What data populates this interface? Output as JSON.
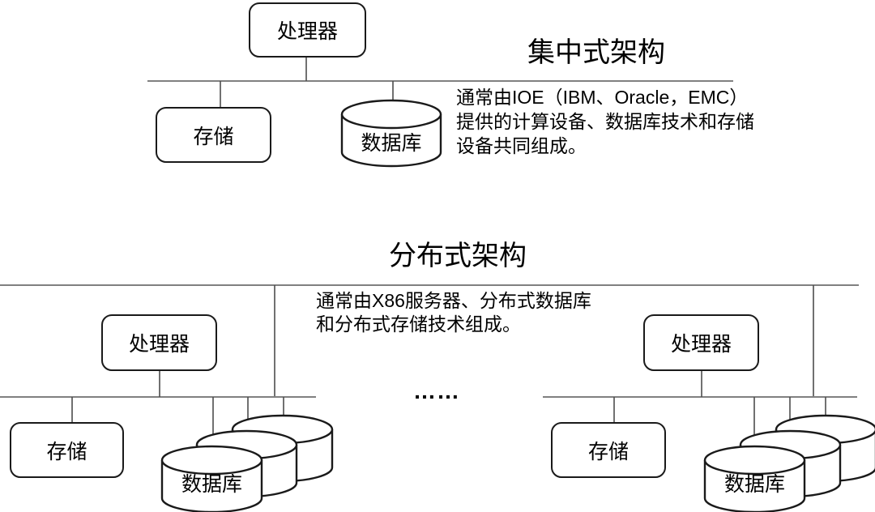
{
  "colors": {
    "background": "#ffffff",
    "shape_stroke": "#1a1a1a",
    "bus_line": "#808080",
    "connector_line": "#4d4d4d",
    "text": "#000000"
  },
  "centralized": {
    "title": "集中式架构",
    "description_lines": [
      "通常由IOE（IBM、Oracle，EMC）",
      "提供的计算设备、数据库技术和存储",
      "设备共同组成。"
    ],
    "nodes": {
      "processor": "处理器",
      "storage": "存储",
      "database": "数据库"
    }
  },
  "distributed": {
    "title": "分布式架构",
    "description_lines": [
      "通常由X86服务器、分布式数据库",
      "和分布式存储技术组成。"
    ],
    "ellipsis": "……",
    "left_cluster": {
      "processor": "处理器",
      "storage": "存储",
      "database": "数据库"
    },
    "right_cluster": {
      "processor": "处理器",
      "storage": "存储",
      "database": "数据库"
    }
  }
}
